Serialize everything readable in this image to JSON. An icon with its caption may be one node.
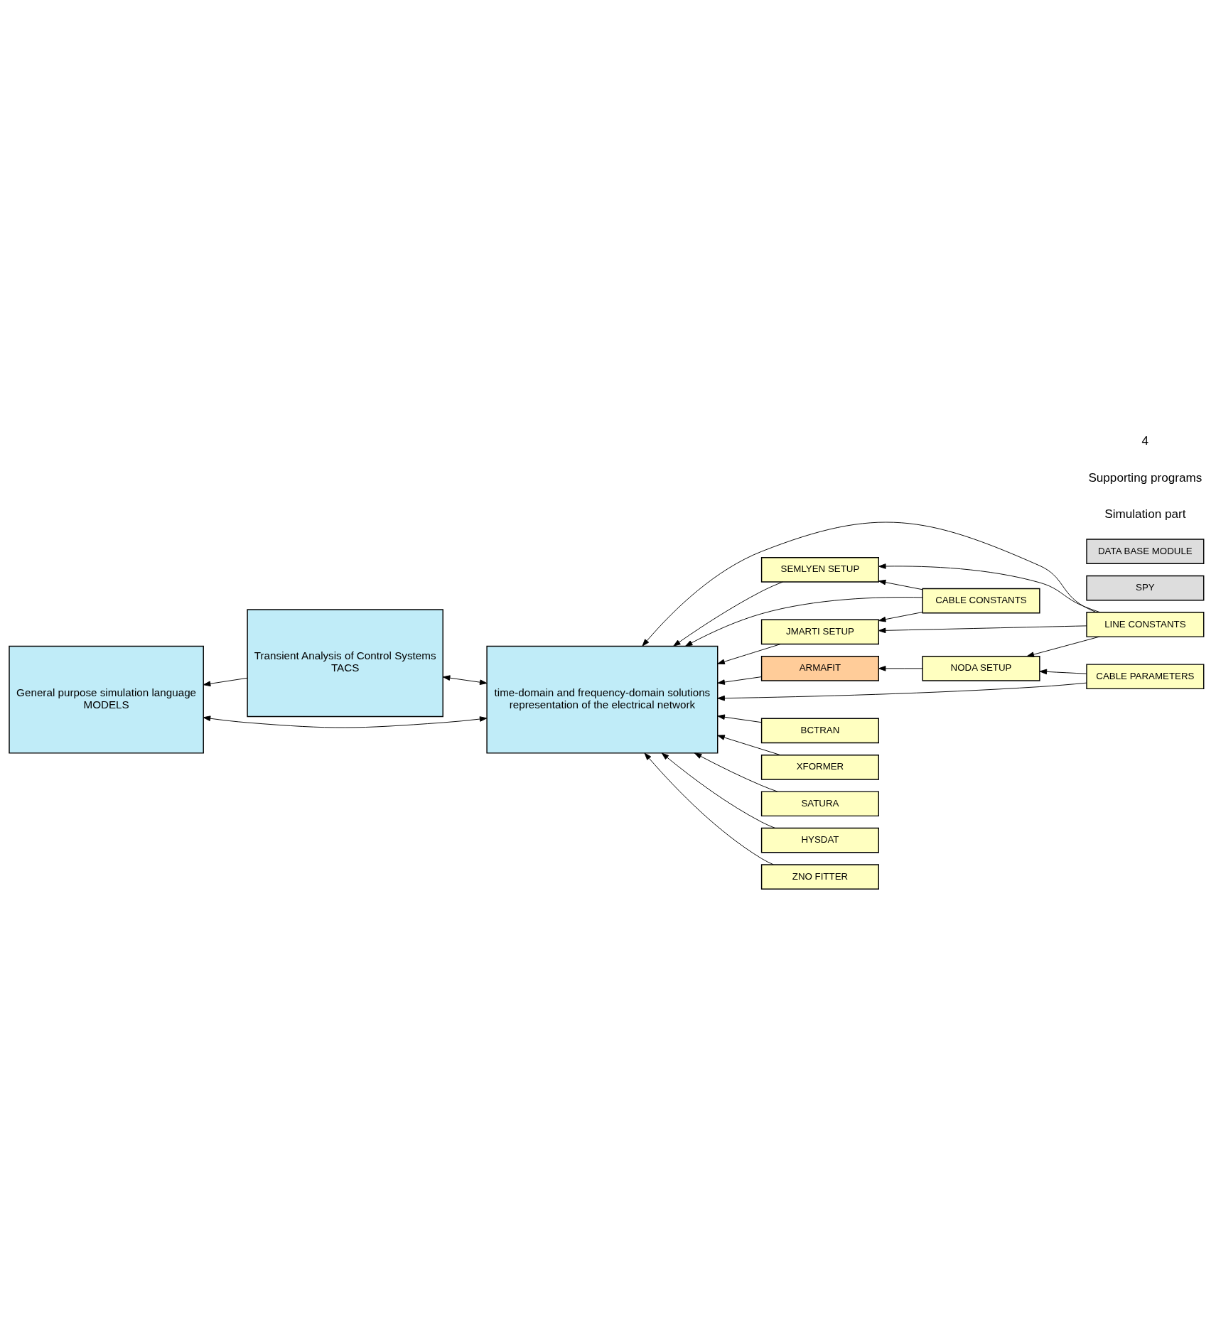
{
  "diagram": {
    "nodes": [
      {
        "text": [
          "time-domain and frequency-domain solutions",
          "representation of the electrical network"
        ]
      },
      {
        "text": [
          "SPY"
        ]
      },
      {
        "text": [
          "LINE CONSTANTS"
        ]
      },
      {
        "text": [
          "CABLE CONSTANTS"
        ]
      },
      {
        "text": [
          "SEMLYEN SETUP"
        ]
      },
      {
        "text": [
          "JMARTI SETUP"
        ]
      },
      {
        "text": [
          "CABLE PARAMETERS"
        ]
      },
      {
        "text": [
          "NODA SETUP"
        ]
      },
      {
        "text": [
          "ARMAFIT"
        ]
      },
      {
        "text": [
          "BCTRAN"
        ]
      },
      {
        "text": [
          "XFORMER"
        ]
      },
      {
        "text": [
          "SATURA"
        ]
      },
      {
        "text": [
          "HYSDAT"
        ]
      },
      {
        "text": [
          "ZNO FITTER"
        ]
      },
      {
        "text": [
          "DATA BASE MODULE"
        ]
      },
      {
        "text": [
          "Transient Analysis of Control Systems",
          "TACS"
        ]
      },
      {
        "text": [
          "General purpose simulation language",
          "MODELS"
        ]
      }
    ],
    "edges": [
      {
        "from": 2,
        "to": 0,
        "arrow": "to"
      },
      {
        "from": 3,
        "to": 0,
        "arrow": "to"
      },
      {
        "from": 2,
        "to": 4,
        "arrow": "to"
      },
      {
        "from": 2,
        "to": 5,
        "arrow": "to"
      },
      {
        "from": 2,
        "to": 7,
        "arrow": "to"
      },
      {
        "from": 3,
        "to": 4,
        "arrow": "to"
      },
      {
        "from": 3,
        "to": 5,
        "arrow": "to"
      },
      {
        "from": 4,
        "to": 0,
        "arrow": "to"
      },
      {
        "from": 5,
        "to": 0,
        "arrow": "to"
      },
      {
        "from": 6,
        "to": 0,
        "arrow": "to"
      },
      {
        "from": 6,
        "to": 7,
        "arrow": "to"
      },
      {
        "from": 7,
        "to": 8,
        "arrow": "to"
      },
      {
        "from": 8,
        "to": 0,
        "arrow": "to"
      },
      {
        "from": 9,
        "to": 0,
        "arrow": "to"
      },
      {
        "from": 10,
        "to": 0,
        "arrow": "to"
      },
      {
        "from": 11,
        "to": 0,
        "arrow": "to"
      },
      {
        "from": 12,
        "to": 0,
        "arrow": "to"
      },
      {
        "from": 13,
        "to": 0,
        "arrow": "to"
      },
      {
        "from": 0,
        "to": 15,
        "arrow": "both"
      },
      {
        "from": 0,
        "to": 16,
        "arrow": "both"
      },
      {
        "from": 15,
        "to": 16,
        "arrow": "to"
      }
    ],
    "labels": [
      "Simulation part",
      "Supporting programs",
      "4"
    ]
  }
}
